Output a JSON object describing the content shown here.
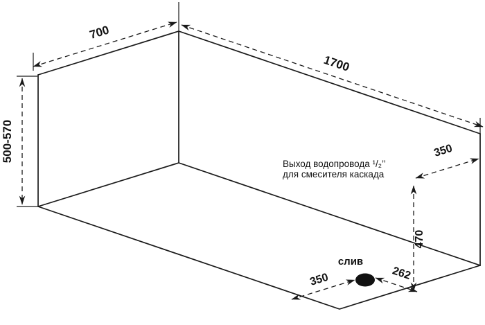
{
  "diagram": {
    "type": "bathtub-installation-dimension-drawing",
    "dimensions": {
      "width_mm": "700",
      "length_mm": "1700",
      "height_range_mm": "500-570",
      "outlet_from_right_edge_mm": "350",
      "outlet_height_mm": "470",
      "drain_from_front_left_mm": "350",
      "drain_from_front_right_mm": "262"
    },
    "labels": {
      "drain": "слив"
    },
    "note": {
      "line1": "Выход водопровода ¹/₂’’",
      "line2": "для смесителя каскада"
    },
    "colors": {
      "line": "#1a1a1a",
      "text": "#111111",
      "background": "#ffffff",
      "drain_fill": "#111111"
    }
  }
}
